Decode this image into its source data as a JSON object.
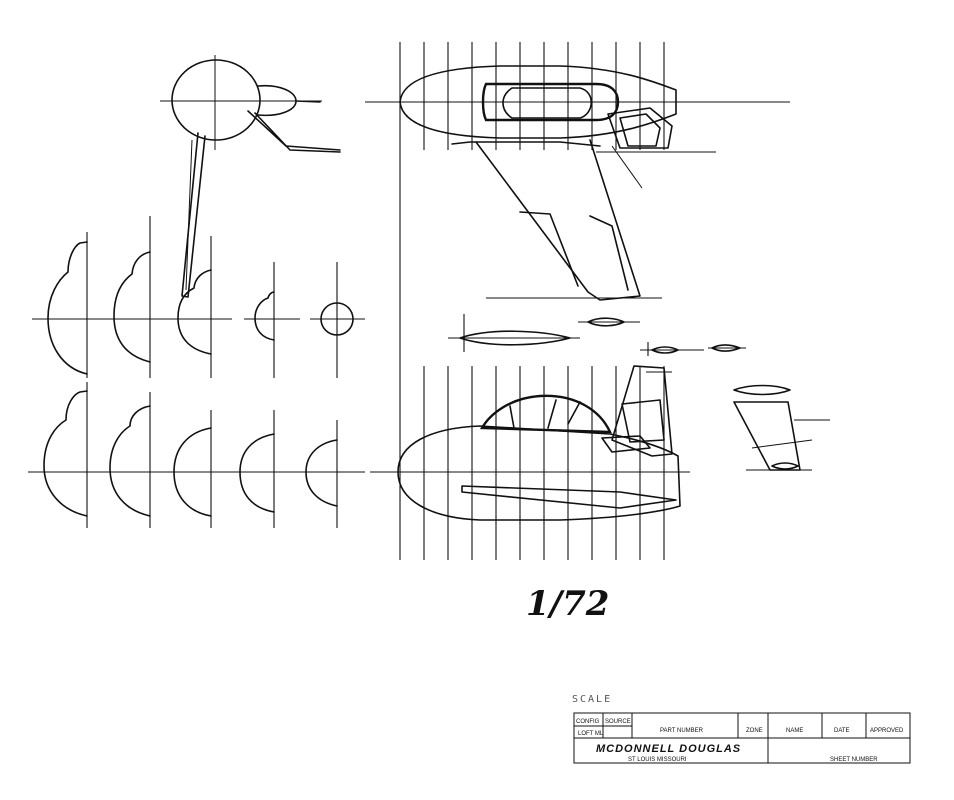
{
  "scale_label": "1/72",
  "scale_note": "SCALE",
  "title_block": {
    "config": "CONFIG",
    "source": "SOURCE",
    "loft_ml": "LOFT ML",
    "part_number": "PART NUMBER",
    "zone": "ZONE",
    "name": "NAME",
    "date": "DATE",
    "approved": "APPROVED",
    "company": "MCDONNELL DOUGLAS",
    "city": "ST LOUIS  MISSOURI",
    "sheet_number": "SHEET NUMBER"
  }
}
